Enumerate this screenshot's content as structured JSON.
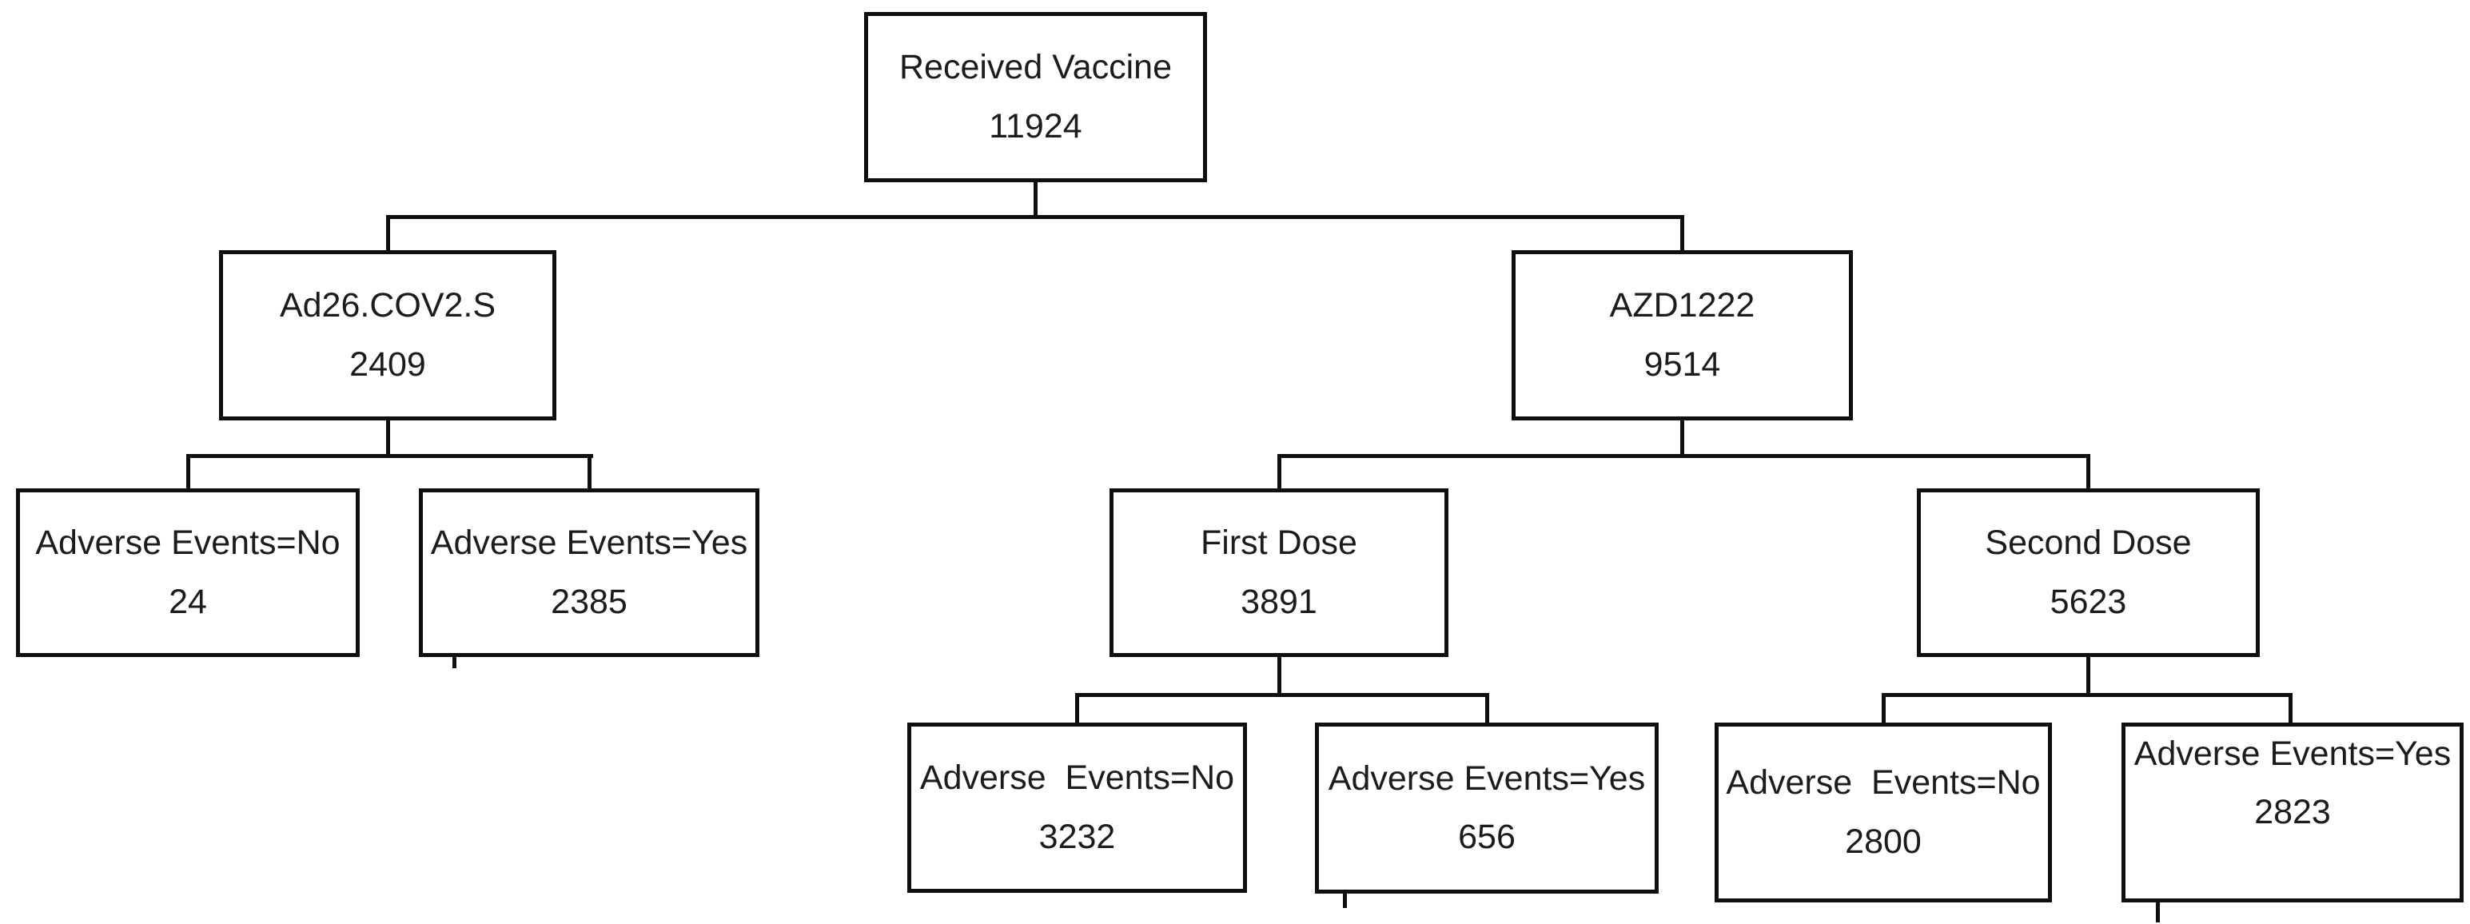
{
  "diagram": {
    "type": "flowchart-tree",
    "background_color": "#ffffff",
    "line_color": "#0f0f0f",
    "text_color": "#1c1c1c",
    "nodes": {
      "root": {
        "label": "Received Vaccine",
        "value": "11924"
      },
      "ad26": {
        "label": "Ad26.COV2.S",
        "value": "2409"
      },
      "azd": {
        "label": "AZD1222",
        "value": "9514"
      },
      "ad26_no": {
        "label": "Adverse Events=No",
        "value": "24"
      },
      "ad26_yes": {
        "label": "Adverse Events=Yes",
        "value": "2385"
      },
      "first_dose": {
        "label": "First Dose",
        "value": "3891"
      },
      "second_dose": {
        "label": "Second Dose",
        "value": "5623"
      },
      "first_no": {
        "label": "Adverse  Events=No",
        "value": "3232"
      },
      "first_yes": {
        "label": "Adverse Events=Yes",
        "value": "656"
      },
      "second_no": {
        "label": "Adverse  Events=No",
        "value": "2800"
      },
      "second_yes": {
        "label": "Adverse Events=Yes",
        "value": "2823"
      }
    },
    "edges": [
      [
        "root",
        "ad26"
      ],
      [
        "root",
        "azd"
      ],
      [
        "ad26",
        "ad26_no"
      ],
      [
        "ad26",
        "ad26_yes"
      ],
      [
        "azd",
        "first_dose"
      ],
      [
        "azd",
        "second_dose"
      ],
      [
        "first_dose",
        "first_no"
      ],
      [
        "first_dose",
        "first_yes"
      ],
      [
        "second_dose",
        "second_no"
      ],
      [
        "second_dose",
        "second_yes"
      ]
    ]
  }
}
